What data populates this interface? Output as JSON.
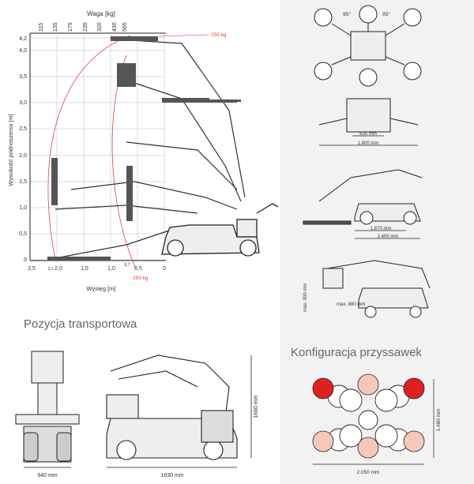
{
  "chart": {
    "weight_title": "Waga [kg]",
    "weight_ticks": [
      "115",
      "135",
      "175",
      "235",
      "320",
      "430",
      "565"
    ],
    "y_label": "Wysokość podnoszenia [m]",
    "y_ticks": [
      "4,0",
      "3,5",
      "3,0",
      "2,5",
      "2,0",
      "1,5",
      "1,0",
      "0,5",
      "0"
    ],
    "y_top_tick": "4,2",
    "x_label": "Wysięg [m]",
    "x_ticks": [
      "2,5",
      "2,0",
      "1,5",
      "1,0",
      "0,5",
      "0"
    ],
    "x_extra_ticks": [
      "2,1",
      "0,7"
    ],
    "curve_label_top": "250 kg",
    "curve_label_bottom": "250 kg"
  },
  "transport": {
    "title": "Pozycja transportowa",
    "dim_width": "940 mm",
    "dim_length": "1930 mm",
    "dim_height": "1660 mm"
  },
  "right_panel": {
    "angle_left": "95°",
    "angle_right": "95°",
    "dim_830": "830 mm",
    "dim_1800": "1.800 mm",
    "dim_1870": "1.870 mm",
    "dim_2400": "2.400 mm",
    "dim_max880": "max. 880 mm",
    "dim_900": "max. 900 mm"
  },
  "config": {
    "title": "Konfiguracja przyssawek",
    "dim_height": "1.480 mm",
    "dim_width": "2.050 mm"
  },
  "colors": {
    "curve": "#e04040",
    "panel_bg": "#f2f2f2",
    "cup_red": "#e02020",
    "cup_pink": "#f5c8b8"
  }
}
